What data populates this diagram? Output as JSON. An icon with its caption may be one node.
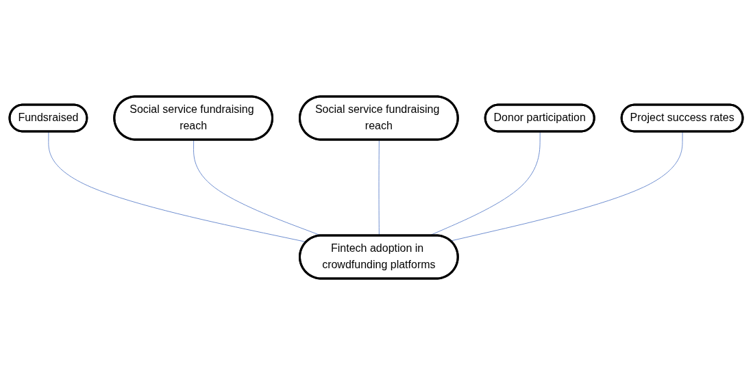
{
  "diagram": {
    "nodes": [
      {
        "text": [
          "Social service fundraising reach"
        ]
      },
      {
        "text": [
          "Social service fundraising reach"
        ]
      },
      {
        "text": [
          "Donor participation"
        ]
      },
      {
        "text": [
          "Fundsraised"
        ]
      },
      {
        "text": [
          "Project success rates"
        ]
      },
      {
        "text": [
          "Fintech adoption in crowdfunding platforms"
        ]
      }
    ],
    "edges": [
      {
        "from": 3,
        "to": 5,
        "arrow": "none"
      },
      {
        "from": 1,
        "to": 5,
        "arrow": "none"
      },
      {
        "from": 0,
        "to": 5,
        "arrow": "none"
      },
      {
        "from": 2,
        "to": 5,
        "arrow": "none"
      },
      {
        "from": 4,
        "to": 5,
        "arrow": "none"
      }
    ]
  }
}
